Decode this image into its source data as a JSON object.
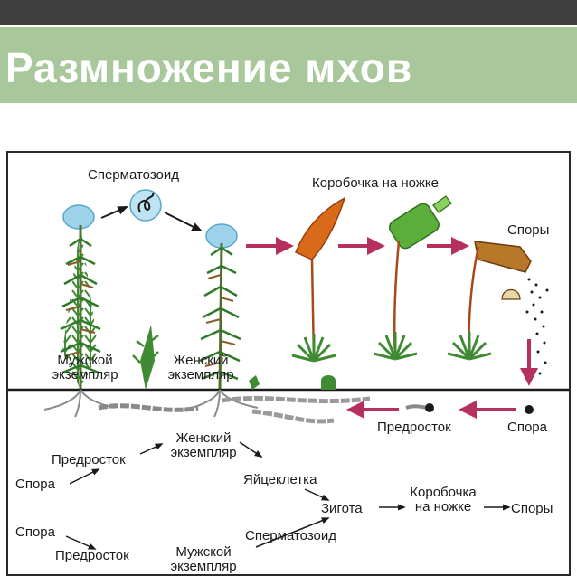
{
  "slide": {
    "title": "Размножение мхов"
  },
  "diagram": {
    "labels": {
      "spermatozoid": "Сперматозоид",
      "capsule_on_stalk": "Коробочка на ножке",
      "spores": "Споры",
      "male_plant": "Мужской экземпляр",
      "female_plant": "Женский экземпляр",
      "protonema": "Предросток",
      "spore": "Спора"
    },
    "scheme": {
      "spore_1": "Спора",
      "protonema_1": "Предросток",
      "female_plant": "Женский экземпляр",
      "egg_cell": "Яйцеклетка",
      "zygote": "Зигота",
      "capsule_on_stalk": "Коробочка на ножке",
      "spores": "Споры",
      "spore_2": "Спора",
      "protonema_2": "Предросток",
      "male_plant": "Мужской экземпляр",
      "spermatozoid": "Сперматозоид"
    }
  },
  "colors": {
    "title_band": "#a8c79a",
    "top_strip": "#3f3f3f",
    "arrow_crimson": "#b5305a",
    "moss_green": "#3f8a32",
    "drop_blue": "#9fd3ec",
    "capsule_orange": "#d86a1a",
    "capsule_green": "#5cae3a",
    "capsule_brown": "#b8782a"
  }
}
